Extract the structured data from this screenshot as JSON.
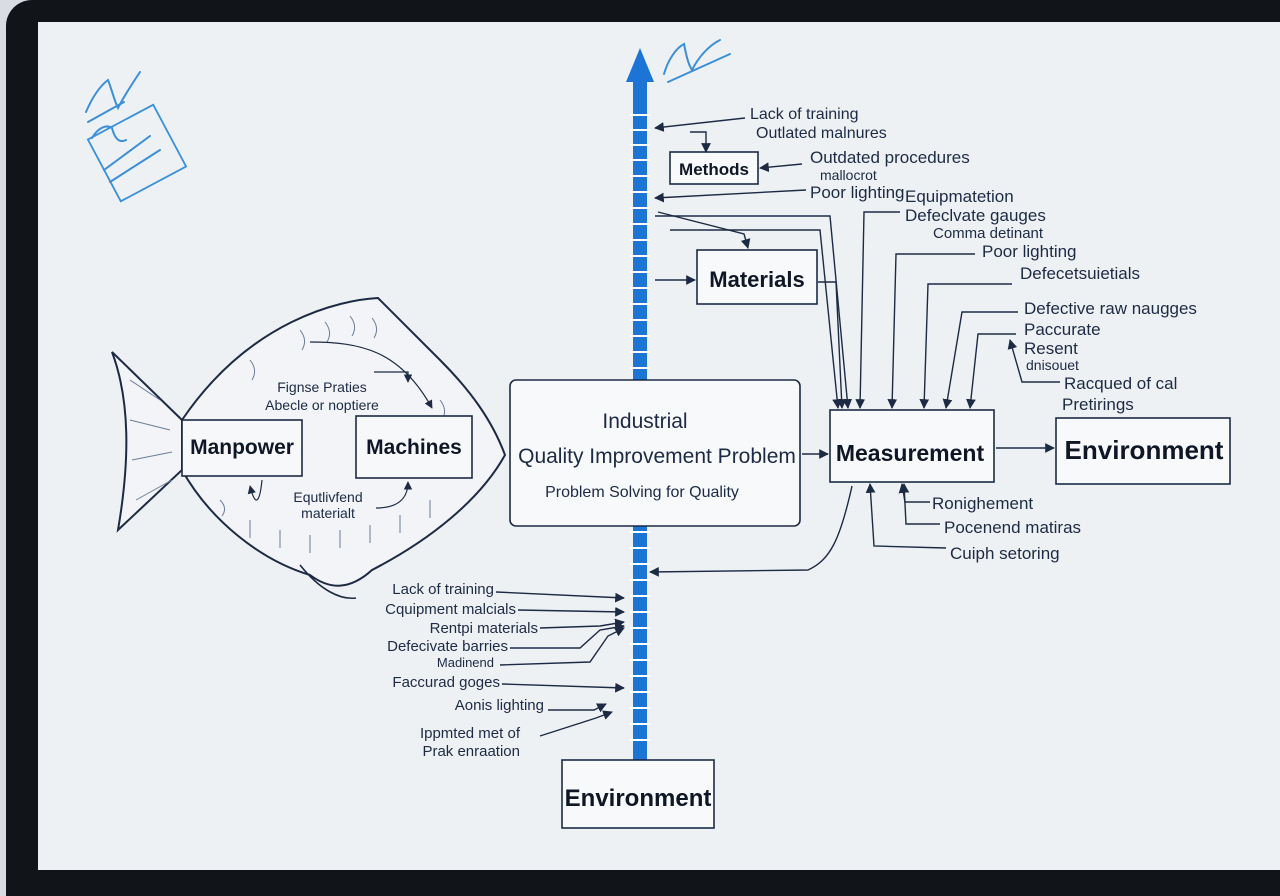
{
  "diagram": {
    "center": {
      "line1": "Industrial",
      "line2": "Quality Improvement Problem",
      "subtitle": "Problem Solving for Quality"
    },
    "boxes": {
      "methods": "Methods",
      "materials": "Materials",
      "measurement": "Measurement",
      "environment_right": "Environment",
      "environment_bottom": "Environment",
      "manpower": "Manpower",
      "machines": "Machines"
    },
    "fish_text": {
      "top1": "Fignse Praties",
      "top2": "Abecle or noptiere",
      "bottom1": "Equtlivfend",
      "bottom2": "materialt"
    },
    "top_causes": [
      "Lack of training",
      "Outlated malnures",
      "Outdated procedures",
      "mallocrot",
      "Poor lighting"
    ],
    "right_causes": [
      "Equipmatetion",
      "Defeclvate gauges",
      "Comma detinant",
      "Poor lighting",
      "Defecetsuietials",
      "Defective raw naugges",
      "Paccurate",
      "Resent",
      "dnisouet",
      "Racqued of cal",
      "Pretirings"
    ],
    "measure_bottom_causes": [
      "Ronighement",
      "Pocenend matiras",
      "Cuiph setoring"
    ],
    "bottom_causes": [
      "Lack of training",
      "Cquipment malcials",
      "Rentpi materials",
      "Defecivate barries",
      "Madinend",
      "Faccurad goges",
      "Aonis lighting",
      "Ippmted met of",
      "Prak enraation"
    ],
    "colors": {
      "spine": "#1b74d6",
      "ink": "#1d2a44",
      "handwriting": "#3a8fd8"
    }
  }
}
